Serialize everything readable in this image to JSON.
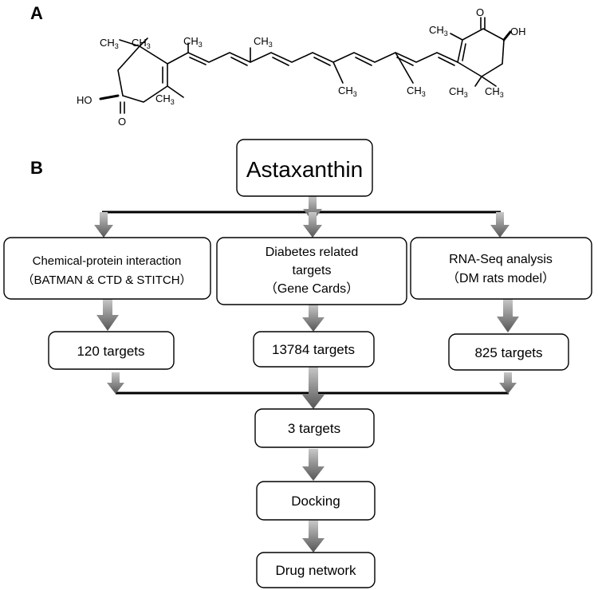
{
  "panels": {
    "a": "A",
    "b": "B"
  },
  "molecule": {
    "hydroxyl_left": "HO",
    "hydroxyl_right": "OH",
    "oxygen": "O",
    "methyl": "CH",
    "methyl_sub": "3"
  },
  "flow": {
    "root": "Astaxanthin",
    "branch_left_line1": "Chemical-protein interaction",
    "branch_left_line2": "（BATMAN & CTD & STITCH）",
    "branch_mid_line1": "Diabetes related",
    "branch_mid_line2": "targets",
    "branch_mid_line3": "（Gene Cards）",
    "branch_right_line1": "RNA-Seq analysis",
    "branch_right_line2": "（DM rats model）",
    "count_left": "120 targets",
    "count_mid": "13784 targets",
    "count_right": "825 targets",
    "intersection": "3 targets",
    "docking": "Docking",
    "network": "Drug network"
  },
  "colors": {
    "arrow_light": "#c8c8c8",
    "arrow_dark": "#555555",
    "line": "#000000"
  }
}
